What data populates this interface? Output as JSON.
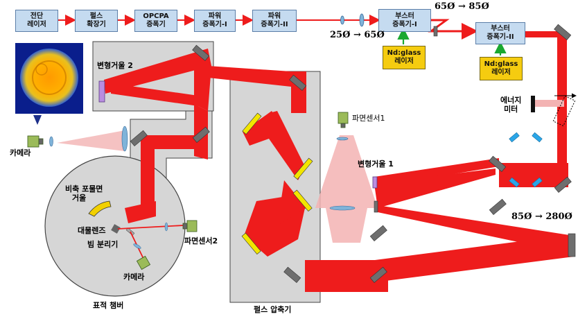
{
  "boxes": {
    "femto_laser": [
      "전단",
      "레이저"
    ],
    "pulse_stretcher": [
      "펄스",
      "확장기"
    ],
    "opcpa": [
      "OPCPA",
      "증폭기"
    ],
    "power_amp_1": [
      "파워",
      "증폭기-I"
    ],
    "power_amp_2": [
      "파워",
      "증폭기-II"
    ],
    "booster_1": [
      "부스터",
      "증폭기-I"
    ],
    "booster_2": [
      "부스터",
      "증폭기-II"
    ],
    "ndglass_1": [
      "Nd:glass",
      "레이저"
    ],
    "ndglass_2": [
      "Nd:glass",
      "레이저"
    ]
  },
  "beam_sizes": {
    "s25_65": "25Ø → 65Ø",
    "s65_85": "65Ø → 85Ø",
    "s85_280": "85Ø → 280Ø"
  },
  "labels": {
    "deformable_mirror_2": "변형거울 2",
    "deformable_mirror_1": "변형거울 1",
    "camera_top": "카메라",
    "camera_bottom": "카메라",
    "wavefront_sensor_1": "파면센서1",
    "wavefront_sensor_2": "파면센서2",
    "off_axis_parabola": [
      "비축 포물면",
      "거울"
    ],
    "objective_lens": "대물렌즈",
    "beam_splitter": "빔 분리기",
    "target_chamber": "표적 챔버",
    "pulse_compressor": "펄스 압축기",
    "energy_meter": [
      "에너지",
      "미터"
    ]
  },
  "colors": {
    "beam": "#ee1c1c",
    "box_fill": "#c5dbf0",
    "booster_pump": "#f5cc10",
    "pump_arrow": "#1aa830",
    "mirror": "#6e6e6e",
    "grating": "#f2e500",
    "compressor_box": "#d6d6d6",
    "chamber": "#d6d6d6",
    "deformable_mirror": "#b98de0",
    "waveplate": "#2aa6e8"
  }
}
